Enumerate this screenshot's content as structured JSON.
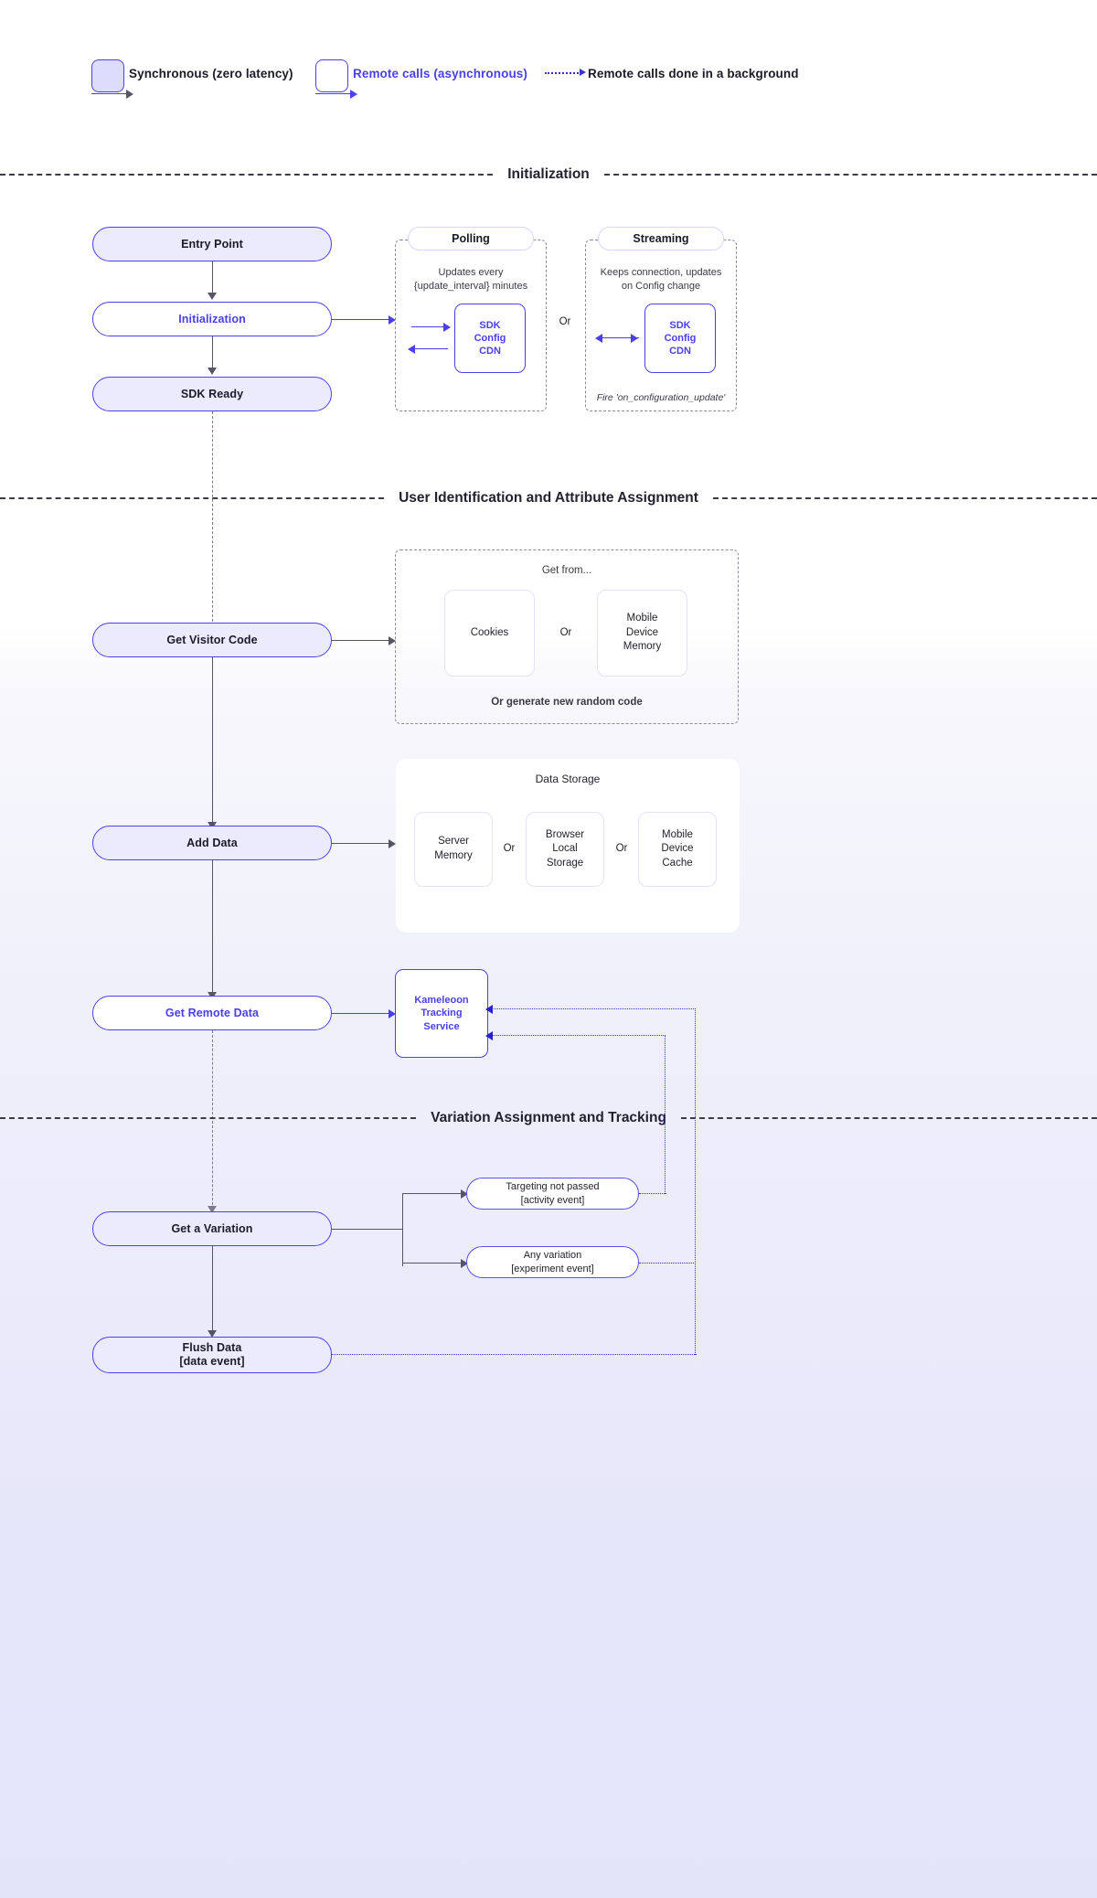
{
  "legend": {
    "items": [
      {
        "id": "sync",
        "label": "Synchronous (zero latency)",
        "style": "filled-swatch",
        "arrow": "solid-gray"
      },
      {
        "id": "async",
        "label": "Remote calls (asynchronous)",
        "style": "hollow-swatch",
        "arrow": "solid-blue"
      },
      {
        "id": "background",
        "label": "Remote calls done in a background",
        "style": "dotted-arrow",
        "arrow": "dotted-blue"
      }
    ]
  },
  "sections": [
    {
      "id": "initialization",
      "title": "Initialization"
    },
    {
      "id": "user-identification",
      "title": "User Identification and Attribute Assignment"
    },
    {
      "id": "variation",
      "title": "Variation Assignment and Tracking"
    }
  ],
  "flow": {
    "entry_point": "Entry Point",
    "initialization": "Initialization",
    "sdk_ready": "SDK Ready",
    "get_visitor_code": "Get Visitor Code",
    "add_data": "Add Data",
    "get_remote_data": "Get Remote Data",
    "get_a_variation": "Get a Variation",
    "flush_data_line1": "Flush Data",
    "flush_data_line2": "[data event]"
  },
  "init_groups": {
    "or_label": "Or",
    "polling": {
      "title": "Polling",
      "caption": "Updates every {update_interval} minutes",
      "box": [
        "SDK",
        "Config",
        "CDN"
      ]
    },
    "streaming": {
      "title": "Streaming",
      "caption": "Keeps connection, updates on Config change",
      "box": [
        "SDK",
        "Config",
        "CDN"
      ],
      "footer": "Fire 'on_configuration_update'"
    }
  },
  "visitor_code_group": {
    "header": "Get from...",
    "or_label": "Or",
    "options": [
      {
        "lines": [
          "Cookies"
        ]
      },
      {
        "lines": [
          "Mobile",
          "Device",
          "Memory"
        ]
      }
    ],
    "footer": "Or generate new random code"
  },
  "data_storage": {
    "title": "Data Storage",
    "or_label": "Or",
    "options": [
      {
        "lines": [
          "Server",
          "Memory"
        ]
      },
      {
        "lines": [
          "Browser",
          "Local",
          "Storage"
        ]
      },
      {
        "lines": [
          "Mobile",
          "Device",
          "Cache"
        ]
      }
    ]
  },
  "tracking_service": {
    "lines": [
      "Kameleoon",
      "Tracking",
      "Service"
    ]
  },
  "variation_events": [
    {
      "line1": "Targeting not passed",
      "line2": "[activity event]"
    },
    {
      "line1": "Any variation",
      "line2": "[experiment event]"
    }
  ],
  "colors": {
    "accent": "#4b40ef",
    "fill_light": "#ecebfd",
    "swatch_fill": "#dedcfd",
    "text": "#1b1b28",
    "dash_gray": "#8a8a9c",
    "connector": "#555563"
  }
}
